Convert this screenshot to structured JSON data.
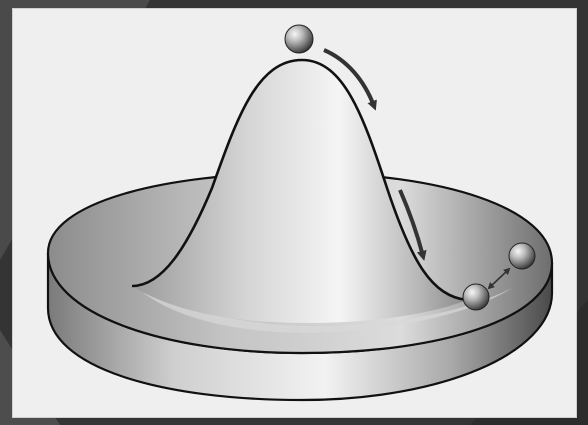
{
  "figure": {
    "subject": "mexican-hat-potential",
    "elements": [
      "potential-surface",
      "central-peak",
      "brim-trough",
      "ball-on-peak",
      "ball-in-trough-left",
      "ball-in-trough-right"
    ],
    "arrows": [
      "rolling-arrow-upper",
      "rolling-arrow-lower",
      "oscillation-arrow"
    ]
  },
  "colors": {
    "slide_background": "#3a3a3a",
    "frame_background": "#efefef",
    "outline": "#111111",
    "arrow": "#333333"
  }
}
